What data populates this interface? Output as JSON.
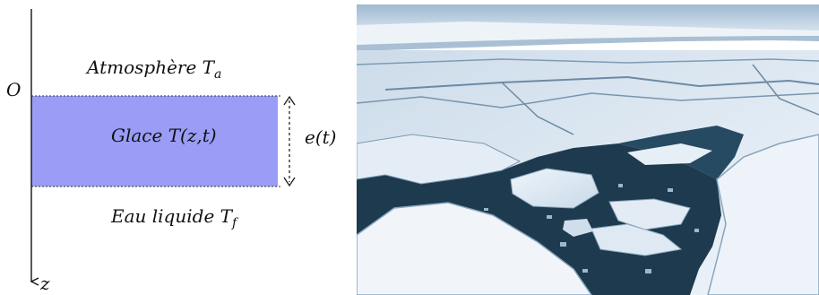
{
  "diagram": {
    "origin_label": "O",
    "axis_label": "z",
    "atmosphere": {
      "text": "Atmosphère T",
      "subscript": "a"
    },
    "ice": {
      "text": "Glace T(z,t)",
      "fill": "#9b9cf5"
    },
    "water": {
      "text": "Eau liquide T",
      "subscript": "f"
    },
    "thickness_label": "e(t)"
  },
  "photo": {
    "subject": "sea ice floes photograph",
    "colors": {
      "sky": "#b9cfe2",
      "ice": "#e6eff7",
      "water": "#1d3a4e"
    }
  }
}
